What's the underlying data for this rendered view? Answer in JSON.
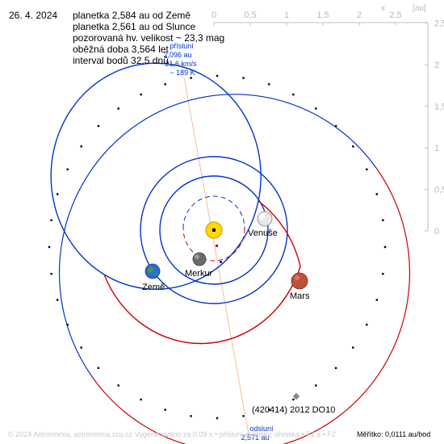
{
  "date": "26. 4. 2024",
  "info_lines": [
    "planetka 2,584 au od Země",
    "planetka 2,561 au od Slunce",
    "pozorovaná hv. velikost ~ 23,3 mag",
    "oběžná doba 3,564 let",
    "interval bodů 32,5 dnů"
  ],
  "perihelion_lines": [
    "přísluní",
    "2,096 au",
    "21,6 km/s",
    "~ 189 K"
  ],
  "aphelion_lines": [
    "odsluní",
    "2,571 au"
  ],
  "asteroid_label": "(420414) 2012 DO10",
  "scale_ticks": [
    "0",
    "0,5",
    "1",
    "1,5",
    "2",
    "2,5"
  ],
  "scale_x_label": "x",
  "scale_unit_label": "[au]",
  "planets": {
    "venus": "Venuše",
    "mercury": "Merkur",
    "earth": "Země",
    "mars": "Mars"
  },
  "footer_left": "© 2024 Astronomia, astronomia.zcu.cz     Vygenerováno za 0,09 s     • přísluní     ekliptiky, ohniska     • F1  a  • F2",
  "footer_scale": "Měřítko: 0,0111 au/bod",
  "colors": {
    "above_ecliptic": "#0033cc",
    "below_ecliptic": "#cc0000",
    "scale": "#b8b8b8",
    "sun": "#ffd800",
    "perihelion_text": "#0033cc",
    "asteroid_line": "#f0a060"
  }
}
